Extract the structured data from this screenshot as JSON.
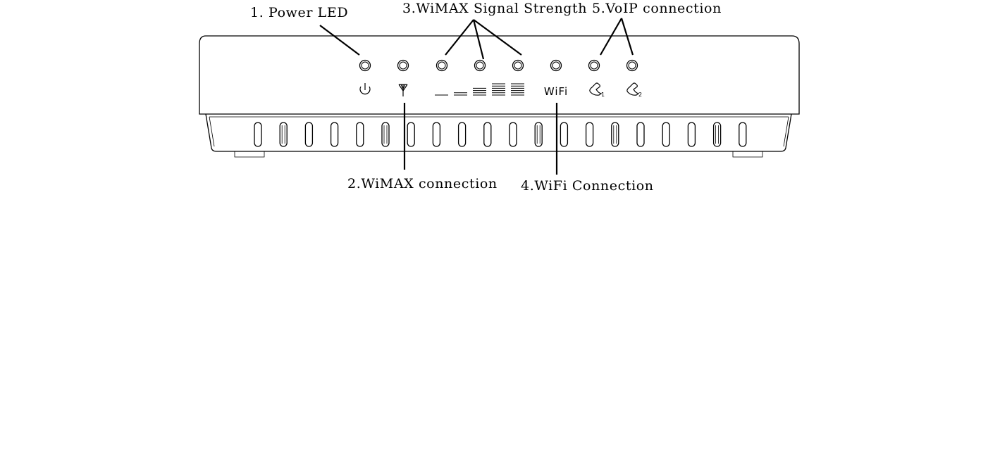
{
  "callouts": {
    "power_led": "1. Power LED",
    "wimax_connection": "2.WiMAX connection",
    "wimax_signal_strength": "3.WiMAX Signal Strength",
    "wifi_connection": "4.WiFi Connection",
    "voip_connection": "5.VoIP connection"
  },
  "icons": {
    "power": "power-icon",
    "antenna": "antenna-icon",
    "signal_bars": [
      "signal-bar-1-icon",
      "signal-bar-2-icon",
      "signal-bar-3-icon",
      "signal-bar-4-icon",
      "signal-bar-5-icon"
    ],
    "wifi_label": "WiFi",
    "phone_1": "phone-1-icon",
    "phone_1_number": "1",
    "phone_2": "phone-2-icon",
    "phone_2_number": "2"
  },
  "colors": {
    "line": "#000000",
    "background": "#ffffff"
  }
}
